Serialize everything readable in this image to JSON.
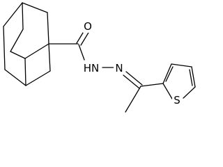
{
  "molecule": {
    "atoms": [
      {
        "id": "O",
        "label": "O"
      },
      {
        "id": "NH",
        "label": "HN"
      },
      {
        "id": "N",
        "label": "N"
      },
      {
        "id": "S",
        "label": "S"
      }
    ]
  },
  "colors": {
    "background": "#ffffff",
    "stroke": "#000000"
  }
}
